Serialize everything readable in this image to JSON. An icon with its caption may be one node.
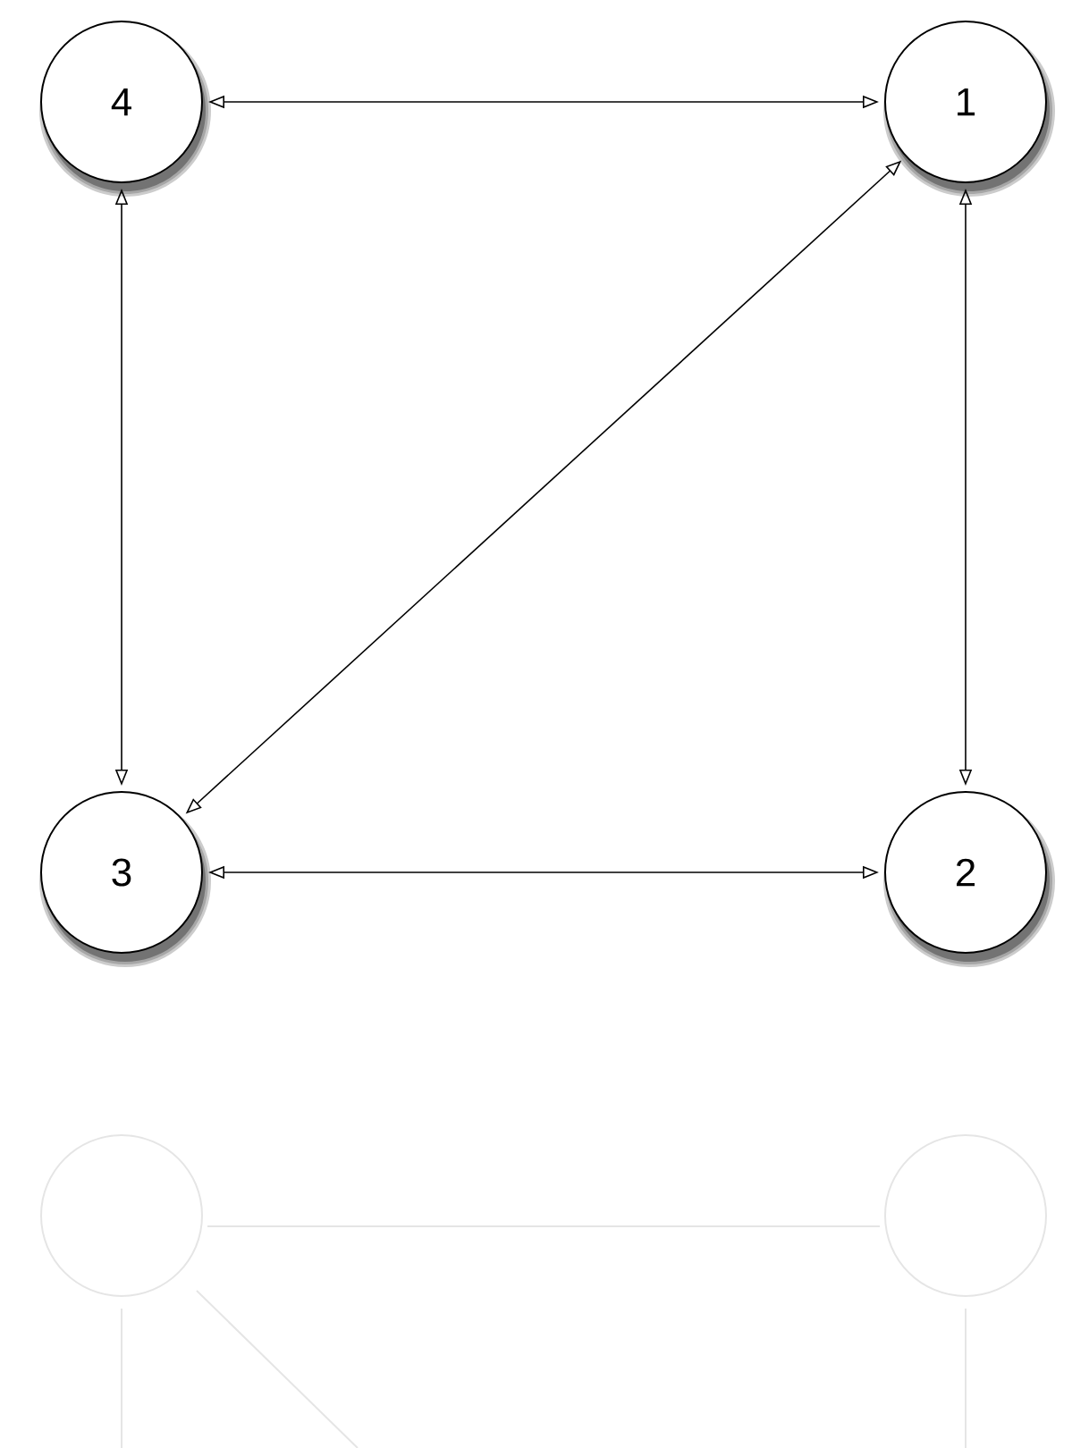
{
  "diagram": {
    "nodes": [
      {
        "text": [
          "4"
        ]
      },
      {
        "text": [
          "1"
        ]
      },
      {
        "text": [
          "3"
        ]
      },
      {
        "text": [
          "2"
        ]
      }
    ],
    "edges": [
      {
        "from": 0,
        "to": 1,
        "arrow": "both"
      },
      {
        "from": 1,
        "to": 3,
        "arrow": "both"
      },
      {
        "from": 1,
        "to": 2,
        "arrow": "both"
      },
      {
        "from": 0,
        "to": 2,
        "arrow": "both"
      },
      {
        "from": 2,
        "to": 3,
        "arrow": "both"
      }
    ]
  }
}
